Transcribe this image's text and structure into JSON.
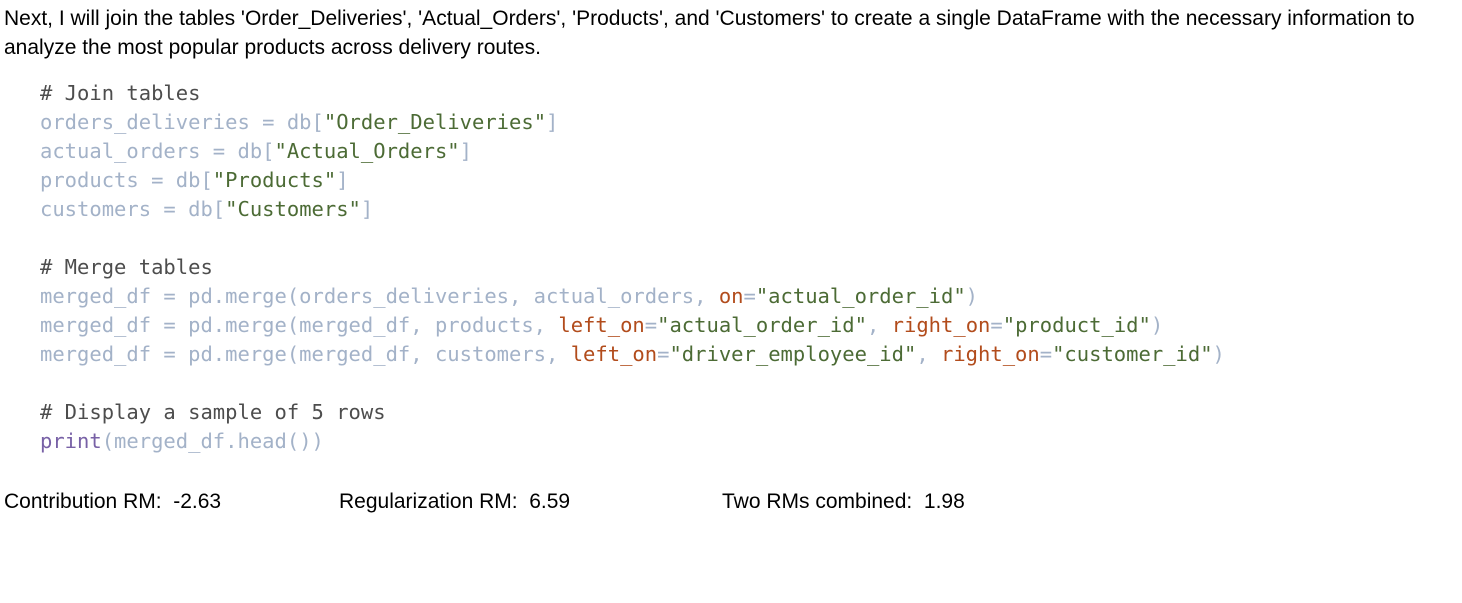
{
  "intro_text": "Next, I will join the tables 'Order_Deliveries', 'Actual_Orders', 'Products', and 'Customers' to create a single DataFrame with the necessary information to analyze the most popular products across delivery routes.",
  "code_lines": [
    [
      {
        "t": "# Join tables",
        "c": "comment"
      }
    ],
    [
      {
        "t": "orders_deliveries = db[",
        "c": "plain"
      },
      {
        "t": "\"Order_Deliveries\"",
        "c": "str"
      },
      {
        "t": "]",
        "c": "plain"
      }
    ],
    [
      {
        "t": "actual_orders = db[",
        "c": "plain"
      },
      {
        "t": "\"Actual_Orders\"",
        "c": "str"
      },
      {
        "t": "]",
        "c": "plain"
      }
    ],
    [
      {
        "t": "products = db[",
        "c": "plain"
      },
      {
        "t": "\"Products\"",
        "c": "str"
      },
      {
        "t": "]",
        "c": "plain"
      }
    ],
    [
      {
        "t": "customers = db[",
        "c": "plain"
      },
      {
        "t": "\"Customers\"",
        "c": "str"
      },
      {
        "t": "]",
        "c": "plain"
      }
    ],
    [],
    [
      {
        "t": "# Merge tables",
        "c": "comment"
      }
    ],
    [
      {
        "t": "merged_df = pd.merge(orders_deliveries, actual_orders, ",
        "c": "plain"
      },
      {
        "t": "on",
        "c": "kw"
      },
      {
        "t": "=",
        "c": "plain"
      },
      {
        "t": "\"actual_order_id\"",
        "c": "str"
      },
      {
        "t": ")",
        "c": "plain"
      }
    ],
    [
      {
        "t": "merged_df = pd.merge(merged_df, products, ",
        "c": "plain"
      },
      {
        "t": "left_on",
        "c": "kw"
      },
      {
        "t": "=",
        "c": "plain"
      },
      {
        "t": "\"actual_order_id\"",
        "c": "str"
      },
      {
        "t": ", ",
        "c": "plain"
      },
      {
        "t": "right_on",
        "c": "kw"
      },
      {
        "t": "=",
        "c": "plain"
      },
      {
        "t": "\"product_id\"",
        "c": "str"
      },
      {
        "t": ")",
        "c": "plain"
      }
    ],
    [
      {
        "t": "merged_df = pd.merge(merged_df, customers, ",
        "c": "plain"
      },
      {
        "t": "left_on",
        "c": "kw"
      },
      {
        "t": "=",
        "c": "plain"
      },
      {
        "t": "\"driver_employee_id\"",
        "c": "str"
      },
      {
        "t": ", ",
        "c": "plain"
      },
      {
        "t": "right_on",
        "c": "kw"
      },
      {
        "t": "=",
        "c": "plain"
      },
      {
        "t": "\"customer_id\"",
        "c": "str"
      },
      {
        "t": ")",
        "c": "plain"
      }
    ],
    [],
    [
      {
        "t": "# Display a sample of 5 rows",
        "c": "comment"
      }
    ],
    [
      {
        "t": "print",
        "c": "fn"
      },
      {
        "t": "(merged_df.head())",
        "c": "plain"
      }
    ]
  ],
  "scores": {
    "contribution": "Contribution RM:  -2.63",
    "regularization": "Regularization RM:  6.59",
    "combined": "Two RMs combined:  1.98"
  },
  "colors": {
    "comment": "#4d4d4d",
    "plain": "#a3b2c8",
    "string": "#4c6b35",
    "keyword_arg": "#b24c1c",
    "builtin": "#7861a6"
  }
}
